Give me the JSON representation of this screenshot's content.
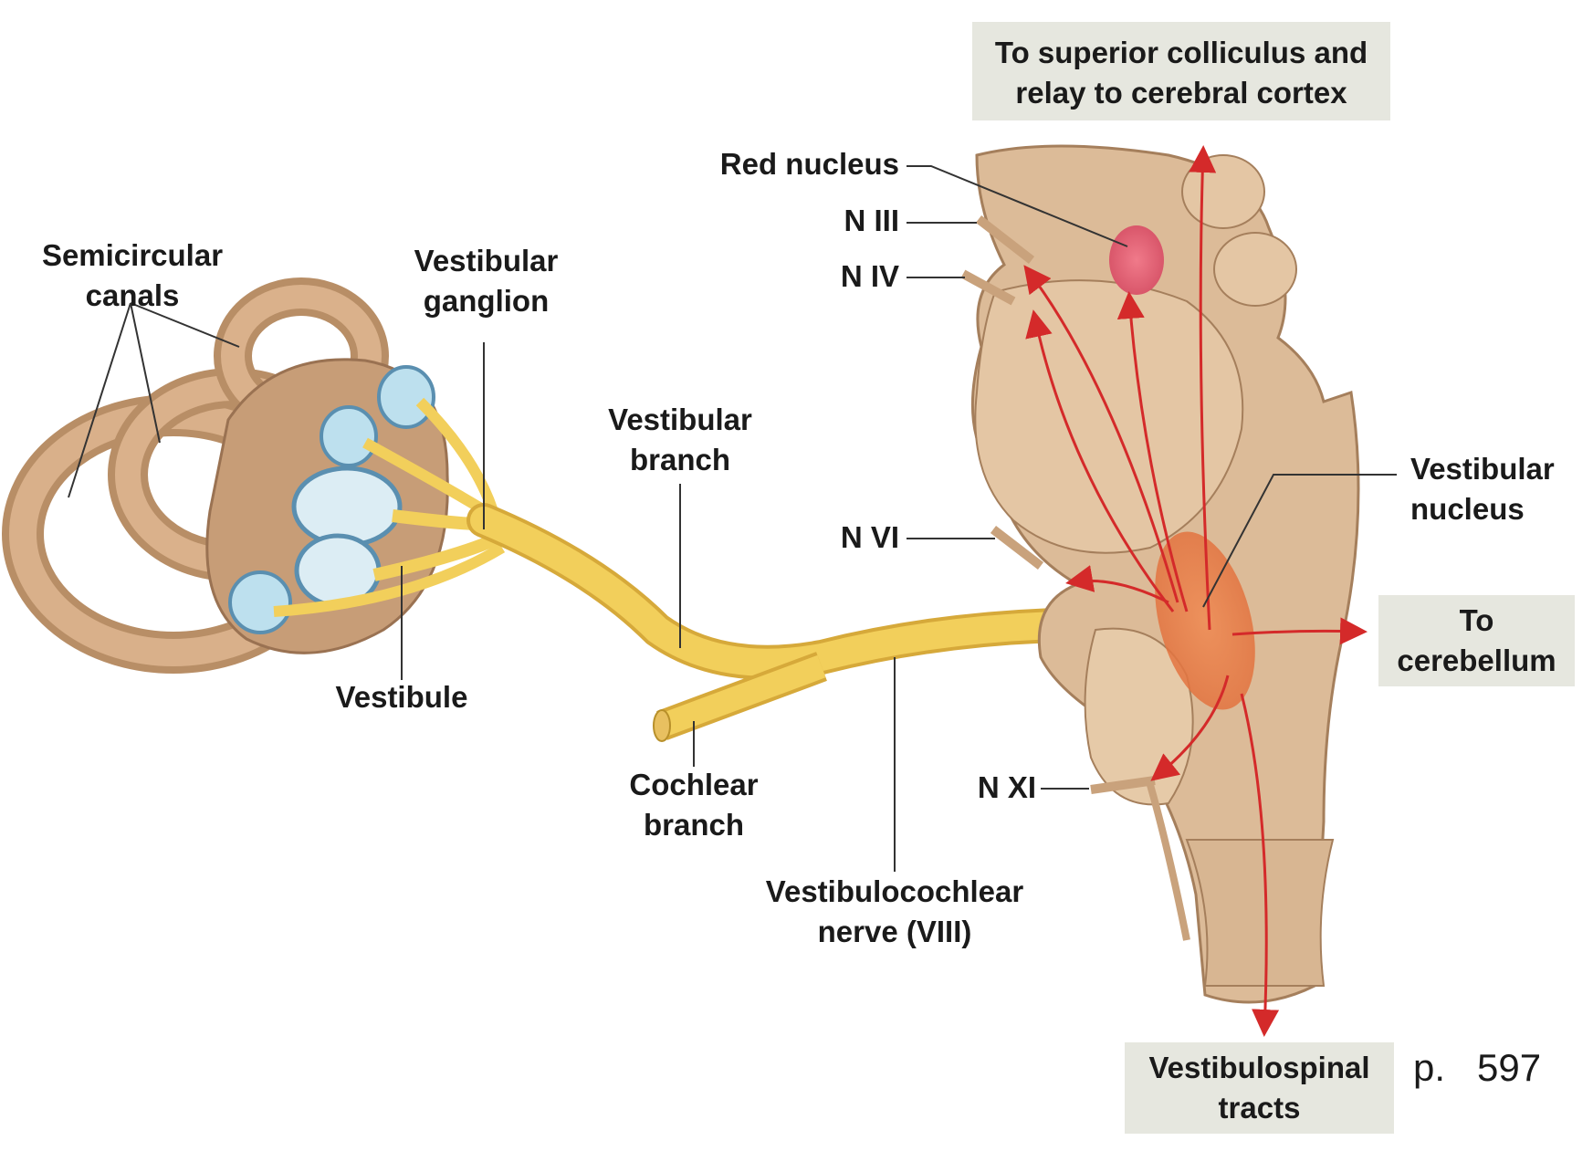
{
  "labels": {
    "semicircular_canals": "Semicircular\ncanals",
    "vestibular_ganglion": "Vestibular\nganglion",
    "vestibular_branch": "Vestibular\nbranch",
    "vestibule": "Vestibule",
    "cochlear_branch": "Cochlear\nbranch",
    "vestibulocochlear_nerve": "Vestibulocochlear\nnerve (VIII)",
    "red_nucleus": "Red nucleus",
    "n_iii": "N III",
    "n_iv": "N IV",
    "n_vi": "N VI",
    "n_xi": "N XI",
    "vestibular_nucleus": "Vestibular\nnucleus"
  },
  "boxes": {
    "superior_colliculus": "To superior colliculus and\nrelay to cerebral cortex",
    "cerebellum": "To\ncerebellum",
    "vestibulospinal": "Vestibulospinal\ntracts"
  },
  "page_ref": "p.   597",
  "colors": {
    "bone": "#c9a27c",
    "nerve": "#f2cf5b",
    "arrow": "#d42a2a",
    "brainstem": "#dcbb98",
    "box_bg": "#e6e7df"
  }
}
